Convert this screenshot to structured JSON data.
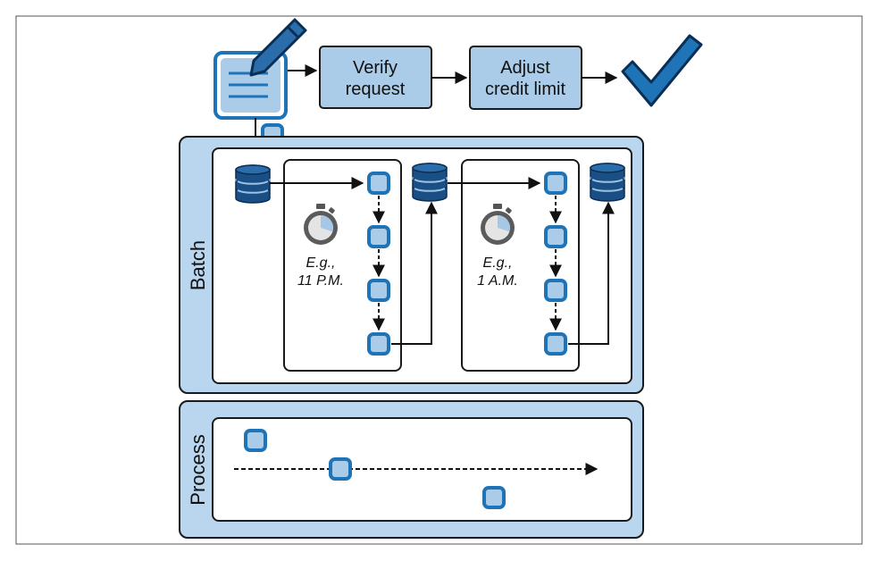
{
  "steps": {
    "verify": {
      "line1": "Verify",
      "line2": "request"
    },
    "adjust": {
      "line1": "Adjust",
      "line2": "credit limit"
    }
  },
  "lanes": {
    "batch": {
      "label": "Batch"
    },
    "process": {
      "label": "Process"
    }
  },
  "batch_jobs": [
    {
      "line1": "E.g.,",
      "line2": "11 P.M."
    },
    {
      "line1": "E.g.,",
      "line2": "1 A.M."
    }
  ],
  "icons": {
    "form": "document-pencil-icon",
    "done": "checkmark-icon",
    "database": "database-icon",
    "timer": "stopwatch-icon",
    "task": "task-square-icon"
  },
  "colors": {
    "accent": "#1f73b7",
    "fill_light": "#aacce8",
    "lane_bg": "#b9d6ee",
    "border": "#1a1a1a",
    "db_blue": "#1a4f86"
  }
}
